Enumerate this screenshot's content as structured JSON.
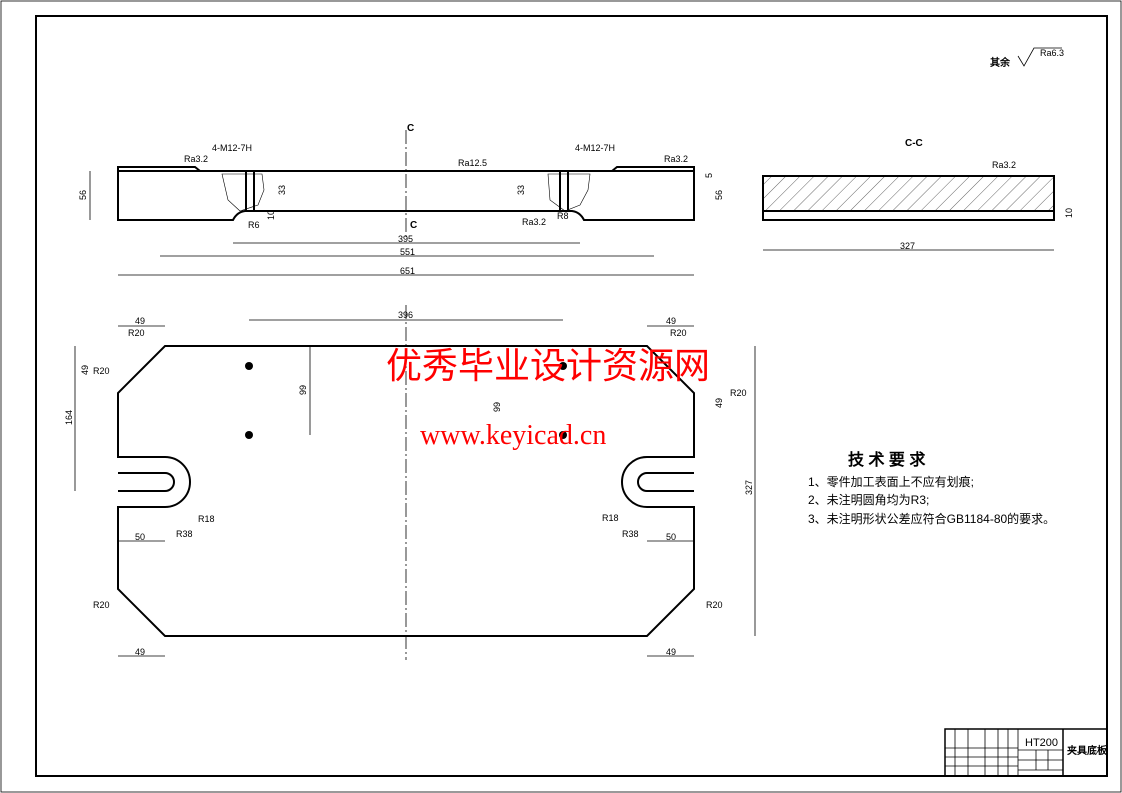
{
  "surface_finish_other": {
    "label": "其余",
    "value": "Ra6.3"
  },
  "front_view": {
    "section_mark": "C",
    "thread_left": "4-M12-7H",
    "thread_right": "4-M12-7H",
    "ra_left": "Ra3.2",
    "ra_center": "Ra12.5",
    "ra_right": "Ra3.2",
    "ra_bottom": "Ra3.2",
    "dims": {
      "height": "56",
      "height_right": "56",
      "depth_left": "33",
      "depth_right": "33",
      "step": "10",
      "step_right": "5",
      "r_left": "R6",
      "r_right": "R8",
      "inner": "395",
      "mid": "551",
      "overall": "651"
    }
  },
  "section_view": {
    "title": "C-C",
    "ra": "Ra3.2",
    "width": "327",
    "thickness": "10"
  },
  "plan_view": {
    "dims": {
      "top_left": "49",
      "top_right": "49",
      "bottom_left": "49",
      "bottom_right": "49",
      "hole_span": "396",
      "hole_pitch_left": "99",
      "hole_pitch_right": "99",
      "left_height": "164",
      "left_chamfer": "49",
      "right_chamfer": "49",
      "total_height": "327",
      "slot_left": "50",
      "slot_right": "50",
      "r20_tl": "R20",
      "r20_tr": "R20",
      "r20_tl2": "R20",
      "r20_tr2": "R20",
      "r20_bl": "R20",
      "r20_br": "R20",
      "r18_l": "R18",
      "r38_l": "R38",
      "r18_r": "R18",
      "r38_r": "R38"
    }
  },
  "watermark": {
    "line1": "优秀毕业设计资源网",
    "line2": "www.keyicad.cn"
  },
  "tech_requirements": {
    "title": "技 术 要 求",
    "items": [
      "1、零件加工表面上不应有划痕;",
      "2、未注明圆角均为R3;",
      "3、未注明形状公差应符合GB1184-80的要求。"
    ]
  },
  "title_block": {
    "material": "HT200",
    "part_name": "夹具底板"
  }
}
